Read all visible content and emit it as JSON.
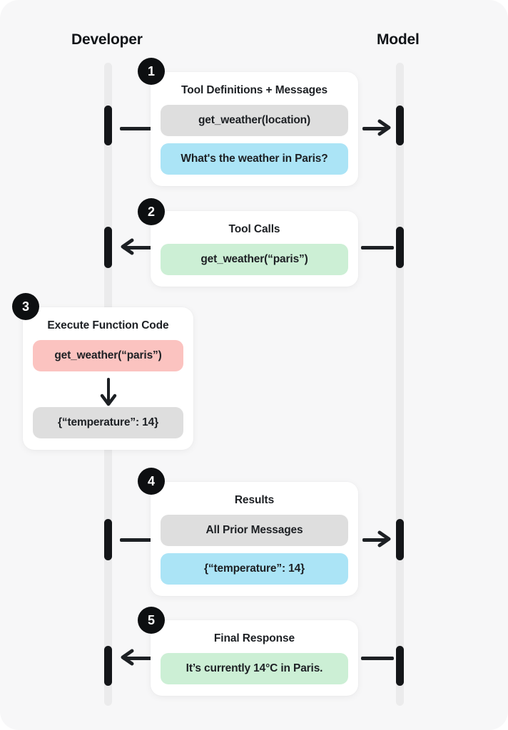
{
  "columns": {
    "left_label": "Developer",
    "right_label": "Model"
  },
  "colors": {
    "background": "#f7f7f8",
    "card": "#ffffff",
    "lifeline": "#ebebec",
    "activation": "#141619",
    "badge": "#0d0f11",
    "pill_gray": "#dedede",
    "pill_blue": "#abe4f6",
    "pill_green": "#ccefd5",
    "pill_pink": "#fbc3c0",
    "text": "#1d2024"
  },
  "steps": [
    {
      "number": "1",
      "title": "Tool Definitions + Messages",
      "direction": "developer-to-model",
      "pills": [
        {
          "text": "get_weather(location)",
          "style": "gray"
        },
        {
          "text": "What's the weather in Paris?",
          "style": "blue"
        }
      ]
    },
    {
      "number": "2",
      "title": "Tool Calls",
      "direction": "model-to-developer",
      "pills": [
        {
          "text": "get_weather(“paris”)",
          "style": "green"
        }
      ]
    },
    {
      "number": "3",
      "title": "Execute Function Code",
      "direction": "internal",
      "pills": [
        {
          "text": "get_weather(“paris”)",
          "style": "pink"
        },
        {
          "text": "{“temperature”: 14}",
          "style": "gray"
        }
      ]
    },
    {
      "number": "4",
      "title": "Results",
      "direction": "developer-to-model",
      "pills": [
        {
          "text": "All Prior Messages",
          "style": "gray"
        },
        {
          "text": "{“temperature”: 14}",
          "style": "blue"
        }
      ]
    },
    {
      "number": "5",
      "title": "Final Response",
      "direction": "model-to-developer",
      "pills": [
        {
          "text": "It’s currently 14°C in Paris.",
          "style": "green"
        }
      ]
    }
  ]
}
